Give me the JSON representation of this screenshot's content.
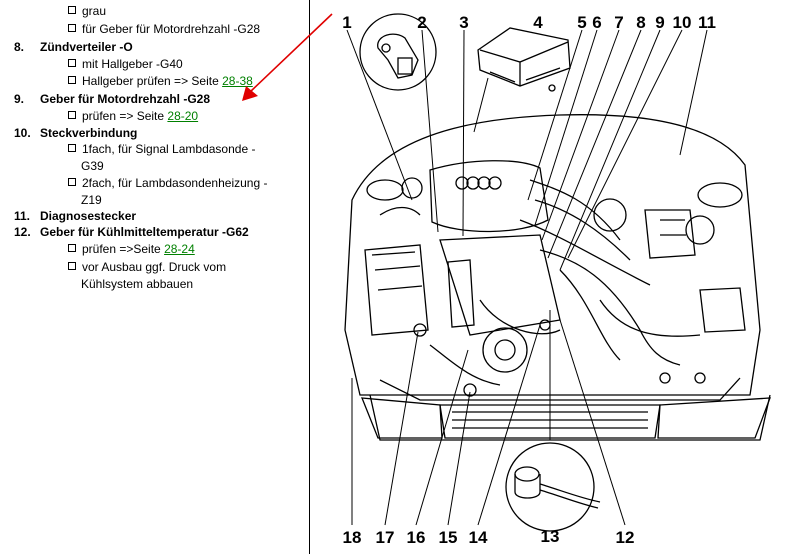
{
  "left_panel": {
    "lines": [
      {
        "kind": "sub",
        "text": "grau"
      },
      {
        "kind": "sub",
        "text": "für Geber für Motordrehzahl -G28"
      },
      {
        "kind": "head",
        "num": "8.",
        "text": "Zündverteiler -O"
      },
      {
        "kind": "sub",
        "text": "mit Hallgeber -G40"
      },
      {
        "kind": "sub",
        "text": "Hallgeber prüfen => Seite ",
        "link": "28-38"
      },
      {
        "kind": "head",
        "num": "9.",
        "text": "Geber für Motordrehzahl -G28"
      },
      {
        "kind": "sub",
        "text": "prüfen => Seite ",
        "link": "28-20"
      },
      {
        "kind": "head",
        "num": "10.",
        "text": "Steckverbindung"
      },
      {
        "kind": "sub",
        "text": "1fach, für Signal Lambdasonde -"
      },
      {
        "kind": "cont",
        "text": "G39"
      },
      {
        "kind": "sub",
        "text": "2fach, für Lambdasondenheizung -"
      },
      {
        "kind": "cont",
        "text": "Z19"
      },
      {
        "kind": "head",
        "num": "11.",
        "text": "Diagnosestecker"
      },
      {
        "kind": "head",
        "num": "12.",
        "text": "Geber für Kühlmitteltemperatur -G62"
      },
      {
        "kind": "sub",
        "text": "prüfen =>Seite ",
        "link": "28-24"
      },
      {
        "kind": "sub",
        "text": "vor Ausbau ggf. Druck vom"
      },
      {
        "kind": "cont",
        "text": "Kühlsystem abbauen"
      }
    ]
  },
  "diagram": {
    "callouts_top": [
      "1",
      "2",
      "3",
      "4",
      "5",
      "6",
      "7",
      "8",
      "9",
      "10",
      "11"
    ],
    "callouts_bottom": [
      "18",
      "17",
      "16",
      "15",
      "14",
      "13",
      "12"
    ]
  },
  "colors": {
    "link": "#008000",
    "arrow": "#e00000",
    "ink": "#000000"
  },
  "icons": [
    "red-pointer-arrow",
    "knock-sensor-inset",
    "sensor-inset",
    "control-unit-inset"
  ]
}
